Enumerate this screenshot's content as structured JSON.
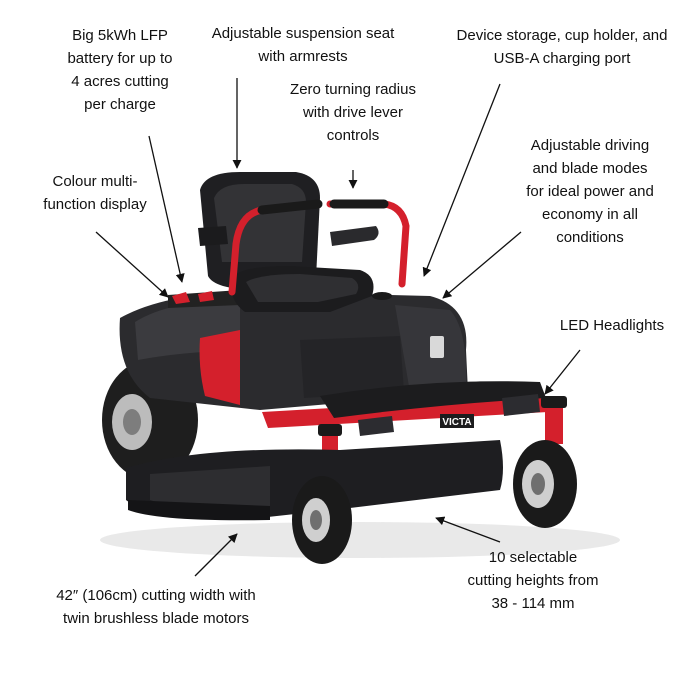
{
  "brand": {
    "logo_text": "VICTA"
  },
  "colors": {
    "body_dark": "#2b2b2e",
    "accent_red": "#d4202c",
    "text": "#111111"
  },
  "callouts": {
    "battery": [
      "Big 5kWh LFP",
      "battery for up to",
      "4 acres cutting",
      "per charge"
    ],
    "seat": [
      "Adjustable suspension seat",
      "with armrests"
    ],
    "storage": [
      "Device storage, cup holder, and",
      "USB-A charging port"
    ],
    "turning": [
      "Zero turning radius",
      "with drive lever",
      "controls"
    ],
    "modes": [
      "Adjustable driving",
      "and blade modes",
      "for ideal power and",
      "economy in all",
      "conditions"
    ],
    "display": [
      "Colour multi-",
      "function display"
    ],
    "headlights": [
      "LED Headlights"
    ],
    "cutting_width": [
      "42″ (106cm) cutting width with",
      "twin brushless blade motors"
    ],
    "heights": [
      "10 selectable",
      "cutting heights from",
      "38 - 114 mm"
    ]
  }
}
